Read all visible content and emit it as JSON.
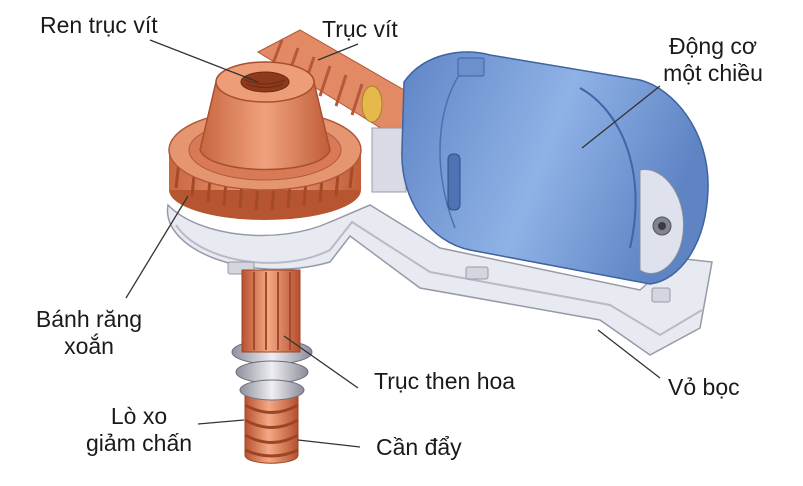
{
  "labels": {
    "ren_truc_vit": "Ren trục vít",
    "truc_vit": "Trục vít",
    "dong_co_line1": "Động cơ",
    "dong_co_line2": "một chiều",
    "banh_rang_line1": "Bánh răng",
    "banh_rang_line2": "xoắn",
    "truc_then_hoa": "Trục then hoa",
    "vo_boc": "Vỏ bọc",
    "lo_xo_line1": "Lò xo",
    "lo_xo_line2": "giảm chấn",
    "can_day": "Cần đẩy"
  },
  "colors": {
    "motor": "#7ea4dc",
    "motor_dark": "#4f78bb",
    "gear": "#e8906b",
    "gear_dark": "#c4623f",
    "housing": "#e4e6ee",
    "housing_edge": "#9a9cab",
    "spring": "#c9c9d2"
  }
}
